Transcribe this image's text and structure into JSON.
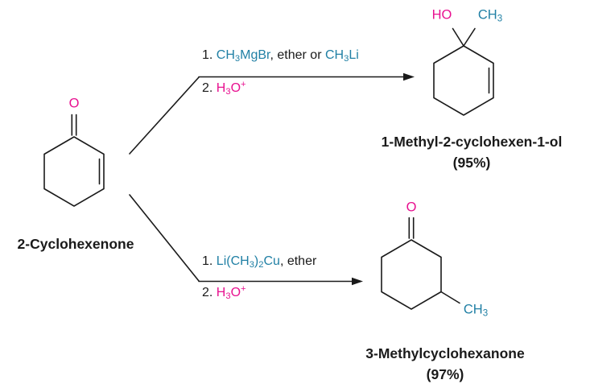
{
  "colors": {
    "teal": "#2180a5",
    "magenta": "#e81190",
    "ink": "#1a1a1a"
  },
  "reactant": {
    "name": "2-Cyclohexenone",
    "carbonyl_o": "O"
  },
  "path_top": {
    "step1": {
      "prefix": "1. ",
      "reagent1": {
        "main": "CH",
        "sub": "3",
        "rest": "MgBr"
      },
      "middle": ", ether or ",
      "reagent2": {
        "main": "CH",
        "sub": "3",
        "rest": "Li"
      }
    },
    "step2": {
      "prefix": "2. ",
      "formula": {
        "main": "H",
        "sub": "3",
        "rest": "O",
        "sup": "+"
      }
    },
    "product": {
      "name": "1-Methyl-2-cyclohexen-1-ol",
      "yield": "(95%)",
      "hydroxyl": "HO",
      "methyl": {
        "main": "CH",
        "sub": "3"
      }
    }
  },
  "path_bottom": {
    "step1": {
      "prefix": "1. ",
      "reagent": {
        "main": "Li(CH",
        "sub1": "3",
        "mid": ")",
        "sub2": "2",
        "rest": "Cu"
      },
      "middle": ", ether"
    },
    "step2": {
      "prefix": "2. ",
      "formula": {
        "main": "H",
        "sub": "3",
        "rest": "O",
        "sup": "+"
      }
    },
    "product": {
      "name": "3-Methylcyclohexanone",
      "yield": "(97%)",
      "carbonyl_o": "O",
      "methyl": {
        "main": "CH",
        "sub": "3"
      }
    }
  }
}
